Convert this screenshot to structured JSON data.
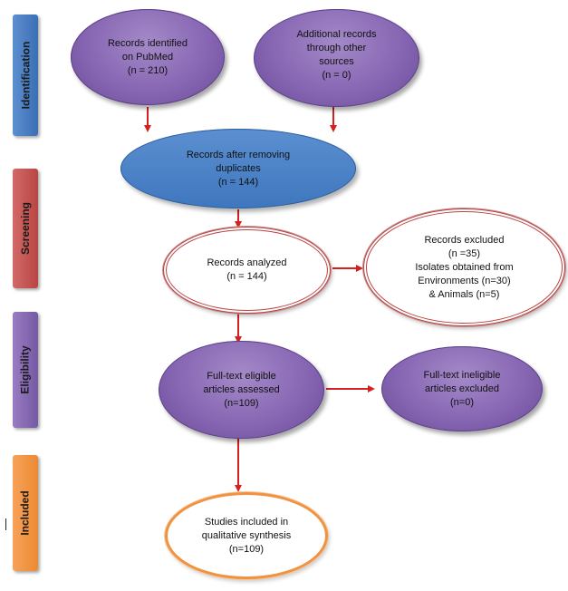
{
  "sidebar": {
    "identification": "Identification",
    "screening": "Screening",
    "eligibility": "Eligibility",
    "included": "Included"
  },
  "nodes": {
    "pubmed": [
      "Records identified",
      "on PubMed",
      "(n = 210)"
    ],
    "other_sources": [
      "Additional records",
      "through other",
      "sources",
      "(n = 0)"
    ],
    "after_duplicates": [
      "Records after removing",
      "duplicates",
      "(n = 144)"
    ],
    "analyzed": [
      "Records analyzed",
      "(n = 144)"
    ],
    "excluded": [
      "Records excluded",
      "(n =35)",
      "Isolates obtained from",
      "Environments (n=30)",
      "& Animals (n=5)"
    ],
    "fulltext_assessed": [
      "Full-text eligible",
      "articles assessed",
      "(n=109)"
    ],
    "fulltext_excluded": [
      "Full-text ineligible",
      "articles excluded",
      "(n=0)"
    ],
    "included": [
      "Studies included in",
      "qualitative synthesis",
      "(n=109)"
    ]
  },
  "colors": {
    "arrow": "#d42020",
    "purple": "#8766b3",
    "blue": "#3f77be",
    "red_ring": "#b94442",
    "orange_ring": "#ef9342"
  }
}
